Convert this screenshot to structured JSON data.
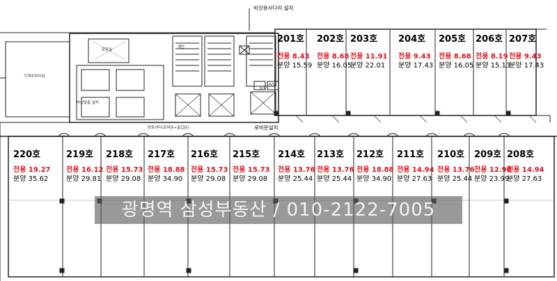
{
  "annotations": {
    "escape_ladder": "비상용사다리 설치",
    "lobby_door": "로비문설치",
    "machine_parking": "기계주차타워",
    "restroom_label": "화장실",
    "elevator_label": "E/V",
    "av_label": "A/V",
    "stair_label": "계단",
    "misc_note": "비상탈출 설치",
    "bottom_note": "방화셔터(로비문+출입문)"
  },
  "labels": {
    "exclusive_prefix": "전용",
    "sale_prefix": "분양"
  },
  "units_top": [
    {
      "no": "201호",
      "exclusive": "8.43",
      "sale": "15.59"
    },
    {
      "no": "202호",
      "exclusive": "8.68",
      "sale": "16.05"
    },
    {
      "no": "203호",
      "exclusive": "11.91",
      "sale": "22.01"
    },
    {
      "no": "204호",
      "exclusive": "9.43",
      "sale": "17.43"
    },
    {
      "no": "205호",
      "exclusive": "8.68",
      "sale": "16.05"
    },
    {
      "no": "206호",
      "exclusive": "8.19",
      "sale": "15.13"
    },
    {
      "no": "207호",
      "exclusive": "9.43",
      "sale": "17.43"
    }
  ],
  "units_bottom": [
    {
      "no": "220호",
      "exclusive": "19.27",
      "sale": "35.62"
    },
    {
      "no": "219호",
      "exclusive": "16.12",
      "sale": "29.81"
    },
    {
      "no": "218호",
      "exclusive": "15.73",
      "sale": "29.08"
    },
    {
      "no": "217호",
      "exclusive": "18.88",
      "sale": "34.90"
    },
    {
      "no": "216호",
      "exclusive": "15.73",
      "sale": "29.08"
    },
    {
      "no": "215호",
      "exclusive": "15.73",
      "sale": "29.08"
    },
    {
      "no": "214호",
      "exclusive": "13.76",
      "sale": "25.44"
    },
    {
      "no": "213호",
      "exclusive": "13.76",
      "sale": "25.44"
    },
    {
      "no": "212호",
      "exclusive": "18.88",
      "sale": "34.90"
    },
    {
      "no": "211호",
      "exclusive": "14.94",
      "sale": "27.63"
    },
    {
      "no": "210호",
      "exclusive": "13.76",
      "sale": "25.44"
    },
    {
      "no": "209호",
      "exclusive": "12.98",
      "sale": "23.99"
    },
    {
      "no": "208호",
      "exclusive": "14.94",
      "sale": "27.63"
    }
  ],
  "watermark": "광명역 삼성부동산 / 010-2122-7005",
  "colors": {
    "exclusive_text": "#e0101a",
    "line": "#222222",
    "watermark_bg": "#5a5a5a"
  }
}
